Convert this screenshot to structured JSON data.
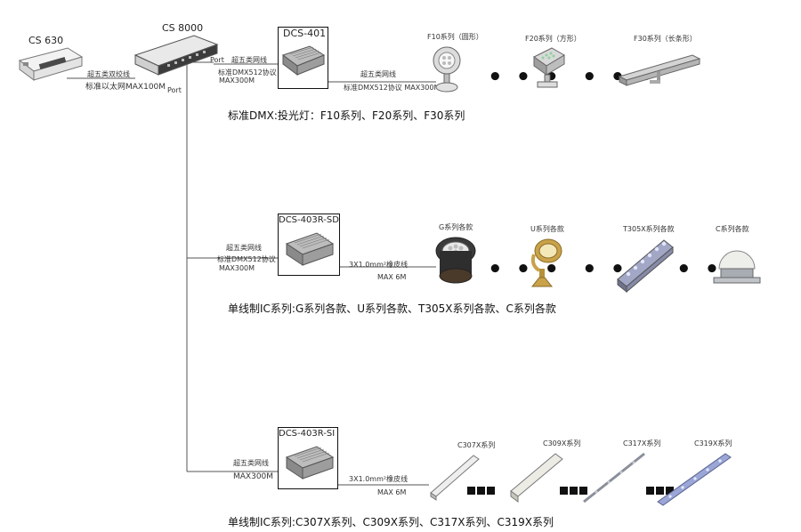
{
  "devices": {
    "cs630": "CS 630",
    "cs8000": "CS 8000",
    "dcs401": "DCS-401",
    "dcs403r_sd": "DCS-403R-SD",
    "dcs403r_si": "DCS-403R-SI"
  },
  "links": {
    "cable_main_1": "超五类双绞线",
    "cable_main_2": "标准以太网MAX100M",
    "port_a": "Port",
    "port_b": "Port",
    "row1_in_cable": "超五类网线",
    "row1_in_proto": "标准DMX512协议",
    "row1_in_max": "MAX300M",
    "row1_out_cable": "超五类网线",
    "row1_out_proto": "标准DMX512协议 MAX300M",
    "row2_in_cable": "超五类网线",
    "row2_in_proto": "标准DMX512协议",
    "row2_in_max": "MAX300M",
    "row2_out_cable": "3X1.0mm²橡皮线",
    "row2_out_max": "MAX  6M",
    "row3_in_cable": "超五类网线",
    "row3_in_max": "MAX300M",
    "row3_out_cable": "3X1.0mm²橡皮线",
    "row3_out_max": "MAX  6M"
  },
  "rows": [
    {
      "products": [
        "F10系列（圆形）",
        "F20系列（方形）",
        "F30系列（长条形）"
      ],
      "caption": "标准DMX:投光灯：F10系列、F20系列、F30系列"
    },
    {
      "products": [
        "G系列各款",
        "U系列各款",
        "T305X系列各款",
        "C系列各款"
      ],
      "caption": "单线制IC系列:G系列各款、U系列各款、T305X系列各款、C系列各款"
    },
    {
      "products": [
        "C307X系列",
        "C309X系列",
        "C317X系列",
        "C319X系列"
      ],
      "caption": "单线制IC系列:C307X系列、C309X系列、C317X系列、C319X系列"
    }
  ],
  "colors": {
    "line": "#555555",
    "device_body": "#8a8a8a",
    "brass": "#c9a24a",
    "steel": "#b7bcc2",
    "led_blue": "#9aa6d6"
  }
}
